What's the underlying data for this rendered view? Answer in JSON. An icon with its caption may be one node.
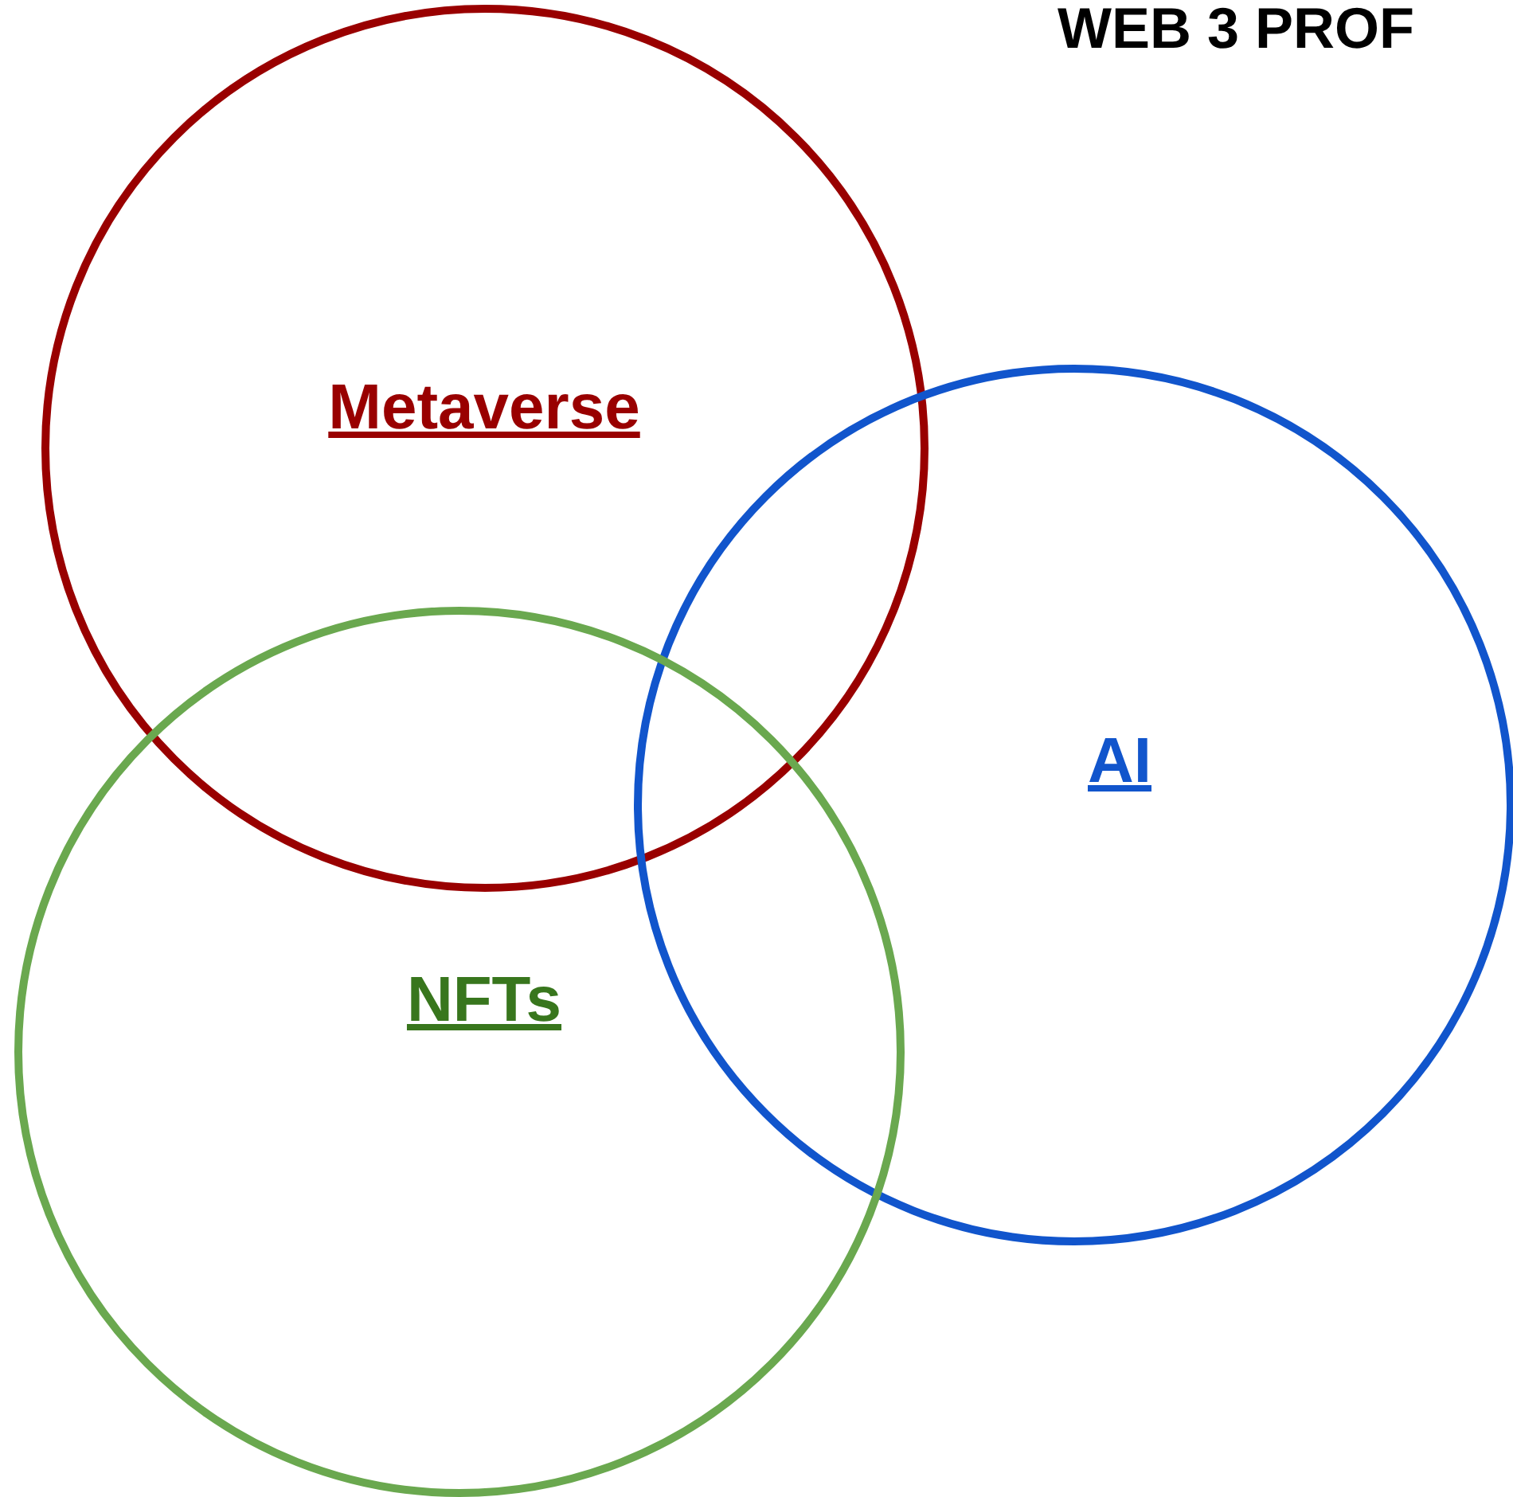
{
  "diagram": {
    "title": "WEB 3 PROF",
    "nodes": [
      {
        "text": [
          "Metaverse"
        ]
      },
      {
        "text": [
          "AI"
        ]
      },
      {
        "text": [
          "NFTs"
        ]
      }
    ],
    "edges": []
  }
}
